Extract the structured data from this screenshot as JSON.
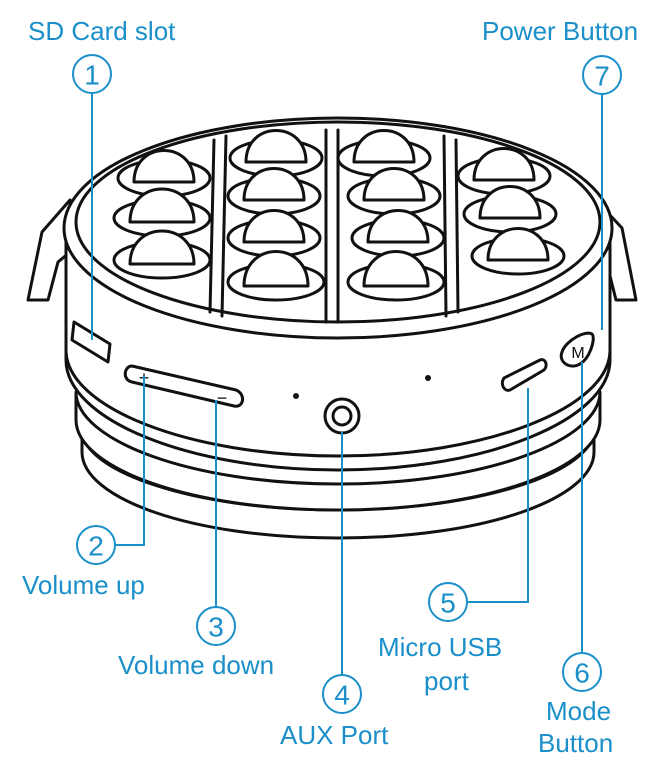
{
  "colors": {
    "accent": "#1a8fc9",
    "ink": "#111111",
    "background": "#ffffff"
  },
  "callouts": [
    {
      "num": "1",
      "label": "SD Card slot"
    },
    {
      "num": "2",
      "label": "Volume up"
    },
    {
      "num": "3",
      "label": "Volume down"
    },
    {
      "num": "4",
      "label": "AUX Port"
    },
    {
      "num": "5",
      "label_line1": "Micro USB",
      "label_line2": "port"
    },
    {
      "num": "6",
      "label_line1": "Mode",
      "label_line2": "Button"
    },
    {
      "num": "7",
      "label": "Power Button"
    }
  ],
  "device": {
    "volume_plus": "+",
    "volume_minus": "−",
    "mode_mark": "M"
  }
}
